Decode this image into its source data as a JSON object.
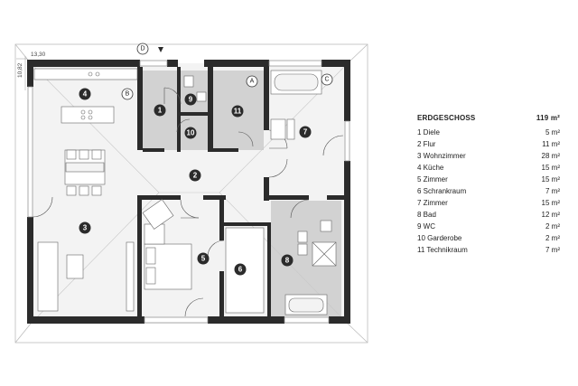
{
  "plan": {
    "dim_width": "13,30",
    "dim_height": "10,82",
    "north_marker": "D",
    "markers": [
      "1",
      "2",
      "3",
      "4",
      "5",
      "6",
      "7",
      "8",
      "9",
      "10",
      "11"
    ],
    "letters": [
      "A",
      "B",
      "C"
    ],
    "colors": {
      "wall": "#2b2b2b",
      "floor_light": "#f3f3f3",
      "floor_grey": "#d2d2d2",
      "circle": "#2b2b2b",
      "roof_line": "#bdbdbd"
    }
  },
  "legend": {
    "title": "ERDGESCHOSS",
    "total": "119 m²",
    "rooms": [
      {
        "name": "1 Diele",
        "area": "5 m²"
      },
      {
        "name": "2 Flur",
        "area": "11 m²"
      },
      {
        "name": "3 Wohnzimmer",
        "area": "28 m²"
      },
      {
        "name": "4 Küche",
        "area": "15 m²"
      },
      {
        "name": "5 Zimmer",
        "area": "15 m²"
      },
      {
        "name": "6 Schrankraum",
        "area": "7 m²"
      },
      {
        "name": "7 Zimmer",
        "area": "15 m²"
      },
      {
        "name": "8 Bad",
        "area": "12 m²"
      },
      {
        "name": "9 WC",
        "area": "2 m²"
      },
      {
        "name": "10 Garderobe",
        "area": "2 m²"
      },
      {
        "name": "11 Technikraum",
        "area": "7 m²"
      }
    ]
  }
}
